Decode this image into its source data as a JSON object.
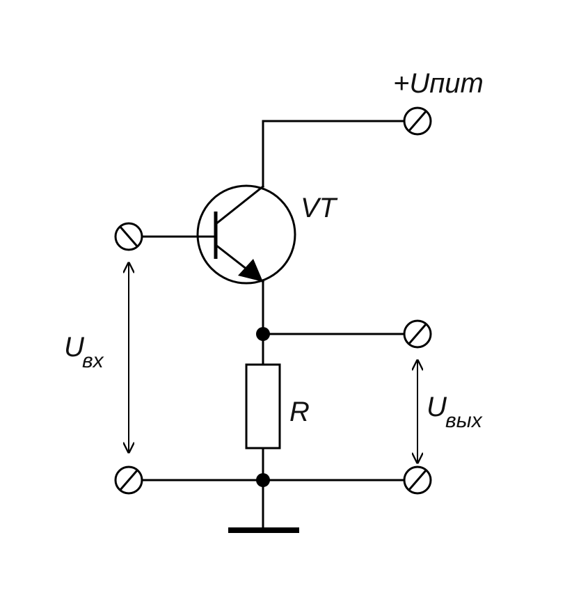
{
  "labels": {
    "supply": "+Uпит",
    "transistor": "VT",
    "resistor": "R",
    "input_main": "U",
    "input_sub": "вх",
    "output_main": "U",
    "output_sub": "вых"
  },
  "colors": {
    "line": "#000000",
    "background": "#ffffff"
  }
}
